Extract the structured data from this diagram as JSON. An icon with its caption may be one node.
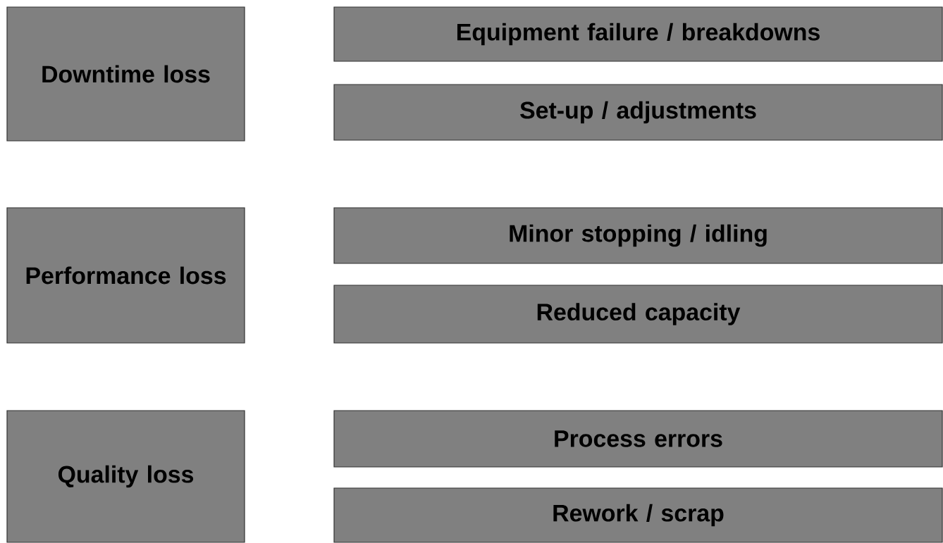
{
  "diagram": {
    "nodes": [
      {
        "text": [
          "Downtime loss"
        ]
      },
      {
        "text": [
          "Equipment failure / breakdowns"
        ]
      },
      {
        "text": [
          "Set-up / adjustments"
        ]
      },
      {
        "text": [
          "Performance loss"
        ]
      },
      {
        "text": [
          "Minor stopping / idling"
        ]
      },
      {
        "text": [
          "Reduced capacity"
        ]
      },
      {
        "text": [
          "Quality loss"
        ]
      },
      {
        "text": [
          "Process errors"
        ]
      },
      {
        "text": [
          "Rework / scrap"
        ]
      }
    ]
  }
}
